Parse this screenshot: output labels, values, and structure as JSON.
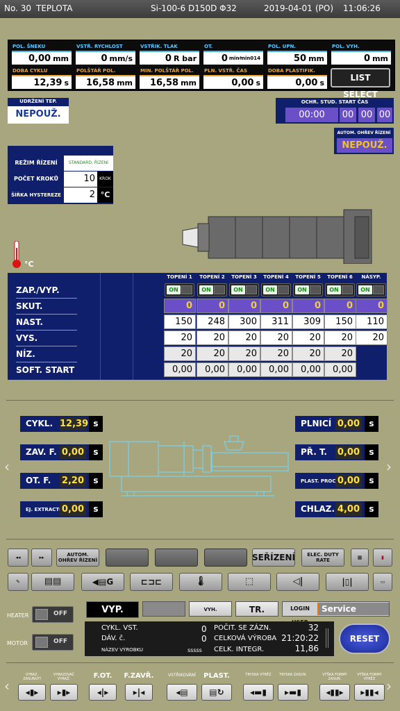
{
  "header": {
    "machine_no": "No. 30",
    "screen": "TEPLOTA",
    "model": "Si-100-6  D150D Φ32",
    "date": "2019-04-01",
    "weekday": "(PO)",
    "time": "11:06:26"
  },
  "monitor": {
    "pol_sneku": {
      "label": "POL. ŠNEKU",
      "value": "0,00",
      "unit": "mm"
    },
    "vstr_rychlost": {
      "label": "VSTŘ. RYCHLOST",
      "value": "0",
      "unit": "mm/s"
    },
    "vstrik_tlak": {
      "label": "VSTŘIK. TLAK",
      "value": "0",
      "unit": "R bar"
    },
    "ot": {
      "label": "OT.",
      "value": "0",
      "unit": "min⁄min014"
    },
    "pol_upn": {
      "label": "POL. UPN.",
      "value": "50",
      "unit": "mm"
    },
    "pol_vyh": {
      "label": "POL. VYH.",
      "value": "0",
      "unit": "mm"
    },
    "doba_cyklu": {
      "label": "DOBA CYKLU",
      "value": "12,39",
      "unit": "s"
    },
    "polstar_pol": {
      "label": "POLŠTÁŘ POL.",
      "value": "16,58",
      "unit": "mm"
    },
    "min_polstar": {
      "label": "MIN. POLŠTÁŘ POL.",
      "value": "16,58",
      "unit": "mm"
    },
    "pln_vstr_cas": {
      "label": "PLN. VSTŘ. ČAS",
      "value": "0,00",
      "unit": "s"
    },
    "doba_plastif": {
      "label": "DOBA PLASTIFIK.",
      "value": "0,00",
      "unit": "s"
    },
    "list_select": "LIST SELECT"
  },
  "udrzeni": {
    "label": "UDRŽENÍ TEP.",
    "value": "NEPOUŽ."
  },
  "ochr": {
    "label": "OCHR. STUD. START ČAS",
    "time": "00:00",
    "v1": "00",
    "v2": "00",
    "v3": "00"
  },
  "autom_ohrev": {
    "label": "AUTOM. OHŘEV ŘÍZENÍ",
    "value": "NEPOUŽ."
  },
  "control": {
    "rezim_label": "REŽIM ŘÍZENÍ",
    "rezim_value": "STANDARD. ŘÍZENÍ",
    "kroky_label": "POČET KROKŮ",
    "kroky_value": "10",
    "kroky_unit": "KROK",
    "hyst_label": "ŠÍŘKA HYSTEREZE",
    "hyst_value": "2",
    "hyst_unit": "°C"
  },
  "temp_unit": "°C",
  "zones": {
    "headers": [
      "TOPENÍ 1",
      "TOPENÍ 2",
      "TOPENÍ 3",
      "TOPENÍ 4",
      "TOPENÍ 5",
      "TOPENÍ 6",
      "NÁSYP."
    ],
    "row_labels": [
      "ZAP./VYP.",
      "SKUT.",
      "NAST.",
      "VYS.",
      "NÍZ.",
      "SOFT. START"
    ],
    "on_label": "ON",
    "skut": [
      "0",
      "0",
      "0",
      "0",
      "0",
      "0",
      "0"
    ],
    "nast": [
      "150",
      "248",
      "300",
      "311",
      "309",
      "150",
      "110"
    ],
    "vys": [
      "20",
      "20",
      "20",
      "20",
      "20",
      "20",
      "20"
    ],
    "niz": [
      "20",
      "20",
      "20",
      "20",
      "20",
      "20"
    ],
    "soft": [
      "0,00",
      "0,00",
      "0,00",
      "0,00",
      "0,00",
      "0,00"
    ]
  },
  "cycle": {
    "cykl": {
      "label": "CYKL.",
      "value": "12,39",
      "unit": "s"
    },
    "zav_f": {
      "label": "ZAV. F.",
      "value": "0,00",
      "unit": "s"
    },
    "ot_f": {
      "label": "OT. F.",
      "value": "2,20",
      "unit": "s"
    },
    "ej": {
      "label": "EJ. EXTRACTOR",
      "value": "0,00",
      "unit": "s"
    },
    "plnici": {
      "label": "PLNICÍ",
      "value": "0,00",
      "unit": "s"
    },
    "pr_t": {
      "label": "PŘ. T.",
      "value": "0,00",
      "unit": "s"
    },
    "plast": {
      "label": "PLAST. PROCES",
      "value": "0,00",
      "unit": "s"
    },
    "chlaz": {
      "label": "CHLAZ.",
      "value": "4,00",
      "unit": "s"
    }
  },
  "toolbar": {
    "autom_ohrev": "AUTOM. OHŘEV ŘÍZENÍ",
    "serizeni": "SEŘÍZENÍ",
    "elec": "ELEC. DUTY RATE",
    "g_label": "G"
  },
  "status": {
    "heater_label": "HEATER",
    "motor_label": "MOTOR",
    "off": "OFF",
    "vyp": "VYP.",
    "vyh_zasunuto": "VYH. ZASUNUTO",
    "tr_dotyk": "TR. DOTYK",
    "login_label": "LOGIN USER",
    "login_user": "Service"
  },
  "info": {
    "cykl_vst_label": "CYKL. VST.",
    "cykl_vst": "0",
    "dav_label": "DÁV. č.",
    "dav": "0",
    "nazev_label": "NÁZEV VÝROBKU",
    "nazev": "sssss",
    "pocit_label": "POČIT. SE ZÁZN.",
    "pocit": "32",
    "celk_vyroba_label": "CELKOVÁ VÝROBA",
    "celk_vyroba": "21:20:22",
    "celk_integr_label": "CELK. INTEGR.",
    "celk_integr": "11,86"
  },
  "reset": "RESET",
  "bottom": {
    "vyraz_zasunuti": "VYRAZ. ZASUNUTÍ",
    "vyrazovac_vyrazeni": "VYRAZOVAČ VYRAŽ.",
    "f_ot": "F.OT.",
    "f_zavr": "F.ZAVŘ.",
    "vstrikovani": "VSTŘIKOVÁNÍ",
    "plast": "PLAST.",
    "tryska_vyrez": "TRYSKA VÝRĚZ",
    "tryska_zasun": "TRYSKA ZASUN.",
    "vyska_formy_zasun": "VÝŠKA FORMY ZASUN.",
    "vyska_formy_vyrez": "VÝŠKA FORMY VÝRĚZ"
  }
}
